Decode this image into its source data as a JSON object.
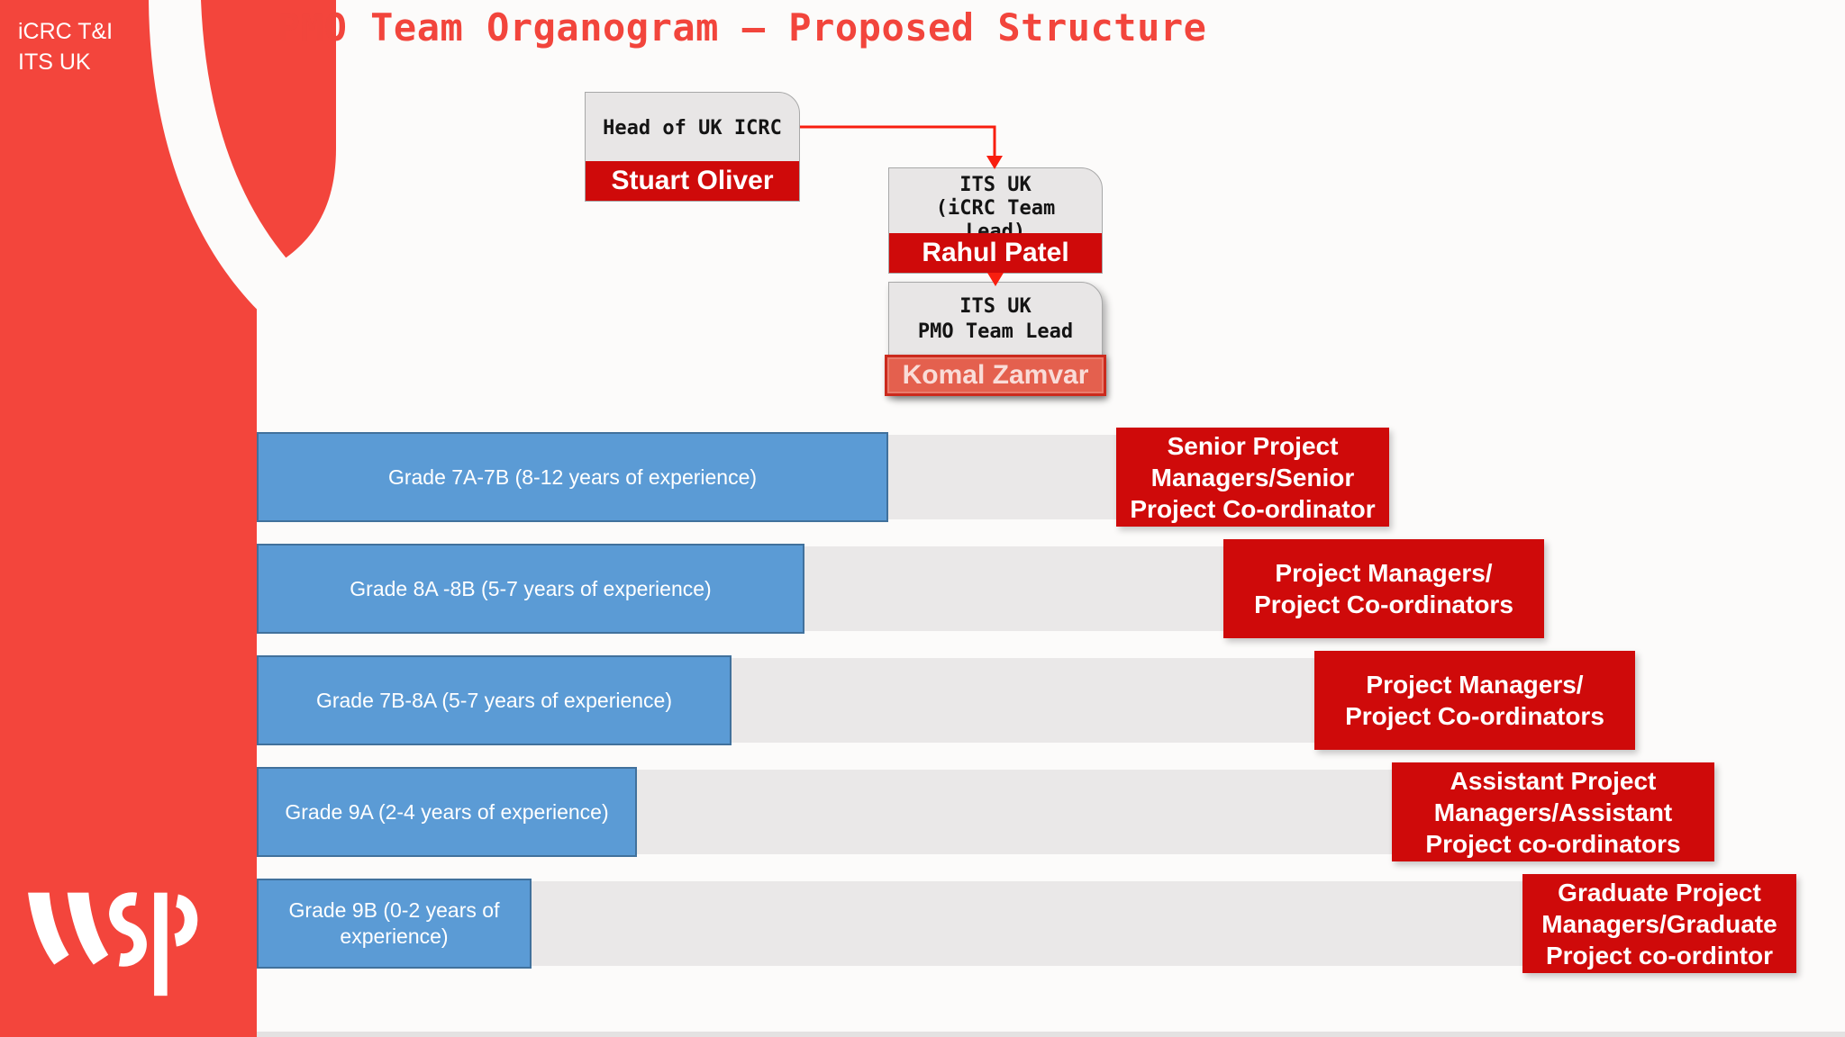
{
  "colors": {
    "brand_red": "#F3453C",
    "strong_red": "#CF0A0A",
    "highlight_red": "#E4604E",
    "bar_blue": "#5B9BD5",
    "bar_blue_border": "#41719C",
    "track_gray": "#EAE8E8",
    "box_gray": "#E8E6E6"
  },
  "sidebar": {
    "label_line1": "iCRC T&I",
    "label_line2": "ITS UK",
    "logo_name": "wsp"
  },
  "header": {
    "title": "PMO Team Organogram – Proposed Structure"
  },
  "org_chart": {
    "nodes": [
      {
        "role": "Head of UK ICRC",
        "name": "Stuart Oliver"
      },
      {
        "role": "ITS UK\n(iCRC Team\nLead)",
        "name": "Rahul Patel"
      },
      {
        "role": "ITS UK\nPMO Team Lead",
        "name": "Komal Zamvar",
        "state": "highlighted"
      }
    ]
  },
  "grade_rows": [
    {
      "grade": "Grade 7A-7B (8-12 years of experience)",
      "role": "Senior Project Managers/Senior Project Co-ordinator"
    },
    {
      "grade": "Grade 8A -8B (5-7 years of experience)",
      "role": "Project Managers/\nProject Co-ordinators"
    },
    {
      "grade": "Grade 7B-8A (5-7 years of experience)",
      "role": "Project Managers/\nProject Co-ordinators"
    },
    {
      "grade": "Grade 9A (2-4 years of experience)",
      "role": "Assistant Project Managers/Assistant Project co-ordinators"
    },
    {
      "grade": "Grade 9B  (0-2 years of experience)",
      "role": "Graduate Project Managers/Graduate Project co-ordintor"
    }
  ]
}
